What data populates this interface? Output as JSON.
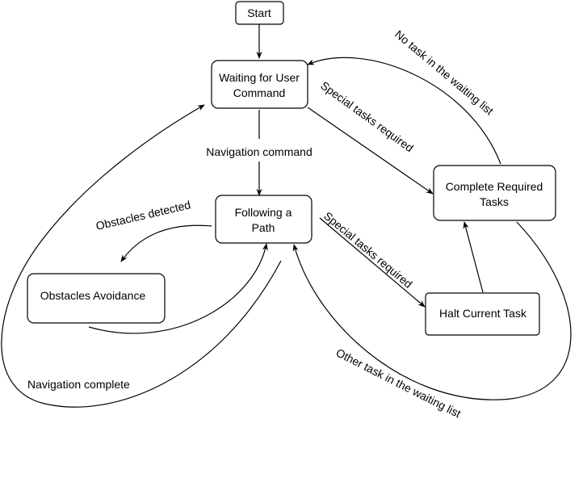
{
  "nodes": {
    "start": {
      "label": "Start"
    },
    "waiting": {
      "line1": "Waiting for  User",
      "line2": "Command"
    },
    "following": {
      "line1": "Following a",
      "line2": "Path"
    },
    "obstacles": {
      "label": "Obstacles  Avoidance"
    },
    "complete": {
      "line1": "Complete Required",
      "line2": "Tasks"
    },
    "halt": {
      "label": "Halt Current Task"
    }
  },
  "edges": {
    "navigation_command": "Navigation command",
    "special_tasks_1": "Special tasks required",
    "special_tasks_2": "Special tasks required",
    "no_task": "No task in the waiting list",
    "obstacles_detected": "Obstacles detected",
    "navigation_complete": "Navigation complete",
    "other_task": "Other task in the waiting list"
  },
  "colors": {
    "stroke": "#000000",
    "background": "#ffffff"
  }
}
